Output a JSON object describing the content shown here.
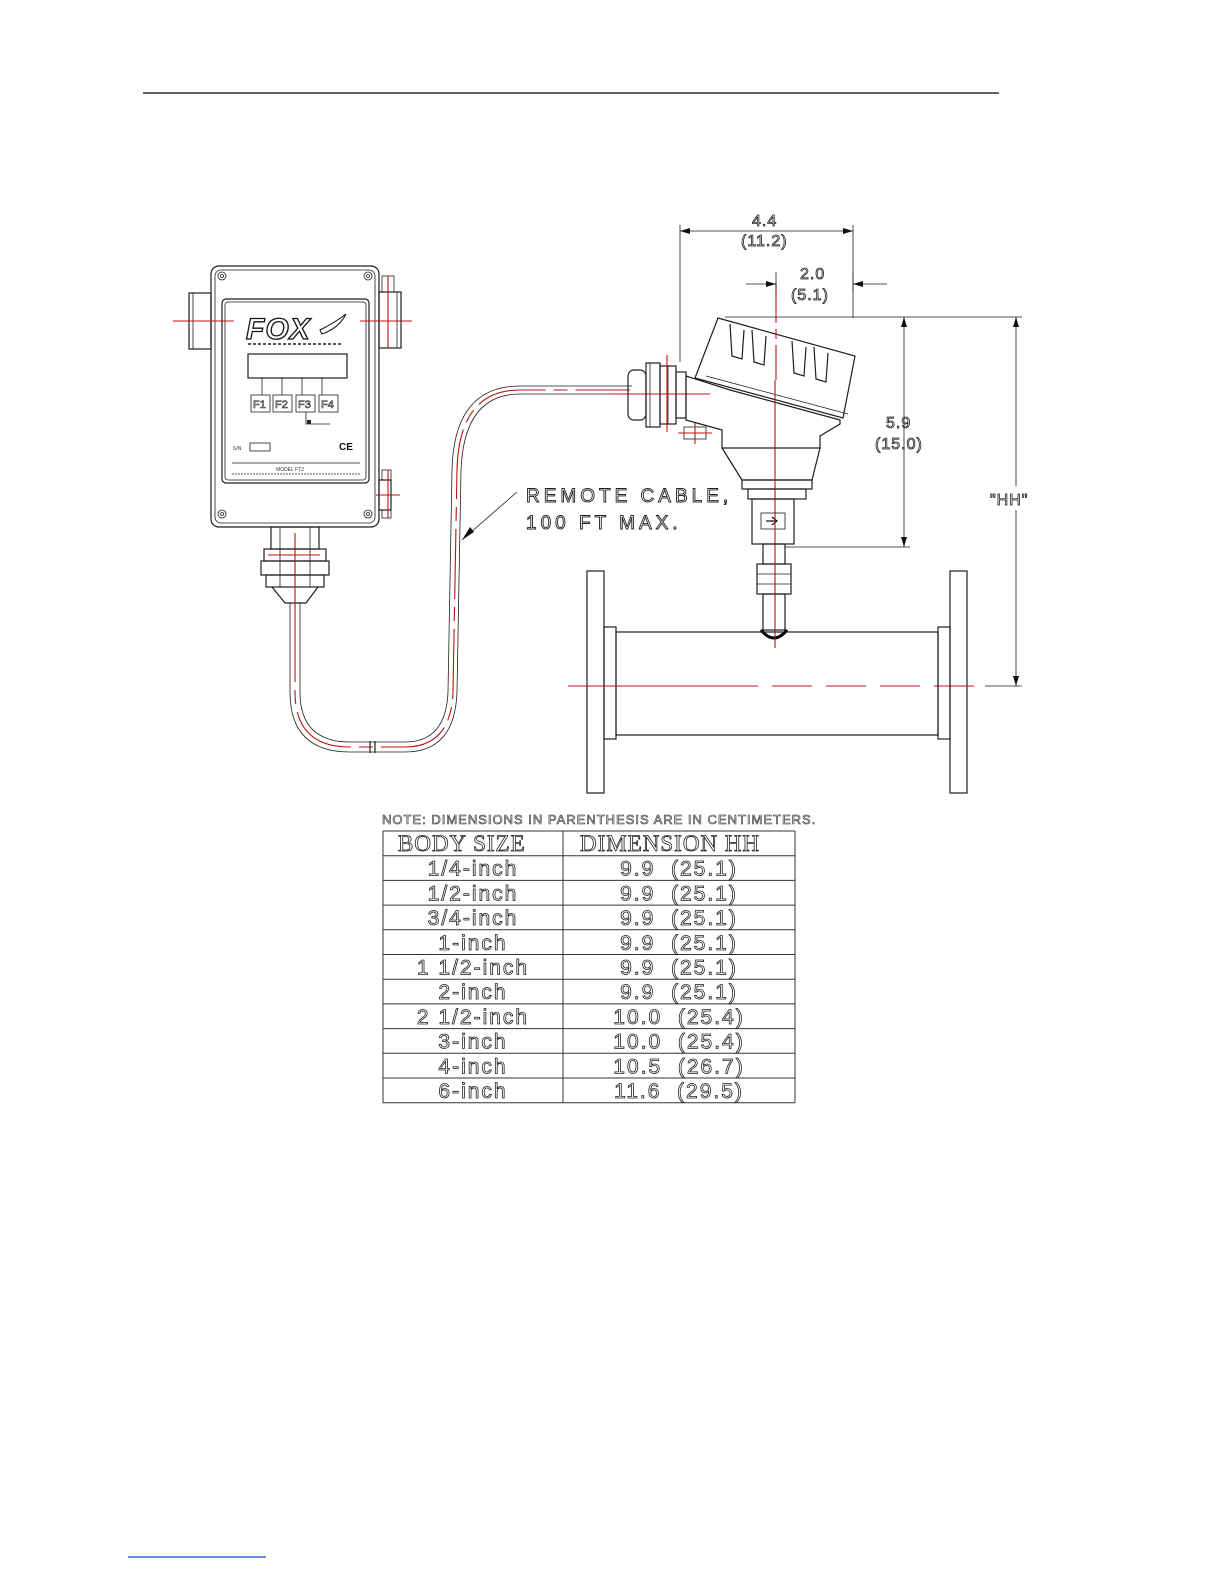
{
  "brand": {
    "logo_text": "FOX"
  },
  "transmitter": {
    "keys": [
      "F1",
      "F2",
      "F3",
      "F4"
    ],
    "model_label": "MODEL FT2",
    "ce_mark": "CE",
    "sn_label": "S/N"
  },
  "dimensions": {
    "width_overall": "4.4",
    "width_overall_cm": "(11.2)",
    "offset": "2.0",
    "offset_cm": "(5.1)",
    "height_head": "5.9",
    "height_head_cm": "(15.0)",
    "hh_label": "\"HH\""
  },
  "cable_callout": {
    "line1": "REMOTE CABLE,",
    "line2": "100 FT MAX."
  },
  "table": {
    "note": "NOTE: DIMENSIONS IN PARENTHESIS ARE IN CENTIMETERS.",
    "headers": [
      "BODY SIZE",
      "DIMENSION HH"
    ],
    "rows": [
      [
        "1/4-inch",
        "9.9  (25.1)"
      ],
      [
        "1/2-inch",
        "9.9  (25.1)"
      ],
      [
        "3/4-inch",
        "9.9  (25.1)"
      ],
      [
        "1-inch",
        "9.9  (25.1)"
      ],
      [
        "1 1/2-inch",
        "9.9  (25.1)"
      ],
      [
        "2-inch",
        "9.9  (25.1)"
      ],
      [
        "2 1/2-inch",
        "10.0  (25.4)"
      ],
      [
        "3-inch",
        "10.0  (25.4)"
      ],
      [
        "4-inch",
        "10.5  (26.7)"
      ],
      [
        "6-inch",
        "11.6  (29.5)"
      ]
    ]
  }
}
